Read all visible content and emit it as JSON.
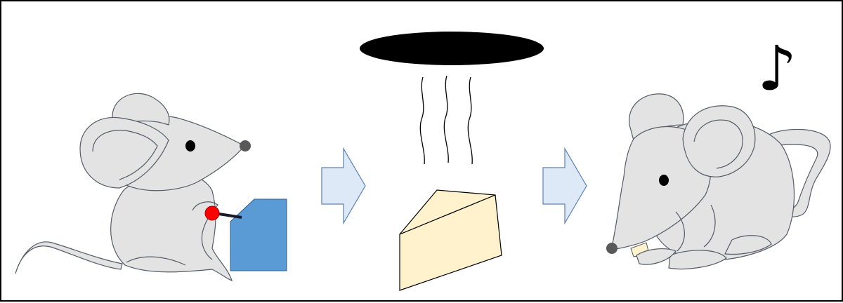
{
  "diagram": {
    "steps": [
      {
        "id": "mouse-pressing-lever",
        "icon": "mouse-lever-icon"
      },
      {
        "id": "cheese-dropped",
        "icon": "cheese-icon"
      },
      {
        "id": "mouse-eating-happily",
        "icon": "mouse-eating-icon"
      }
    ],
    "music_note": "♪",
    "colors": {
      "mouse_body": "#e3e3e3",
      "mouse_outline": "#555b66",
      "lever_box": "#5b9bd5",
      "lever_knob": "#ff0000",
      "arrow_fill": "#dde9f6",
      "arrow_stroke": "#5b82b4",
      "cheese_fill": "#fff2cc",
      "hole": "#000000"
    }
  }
}
